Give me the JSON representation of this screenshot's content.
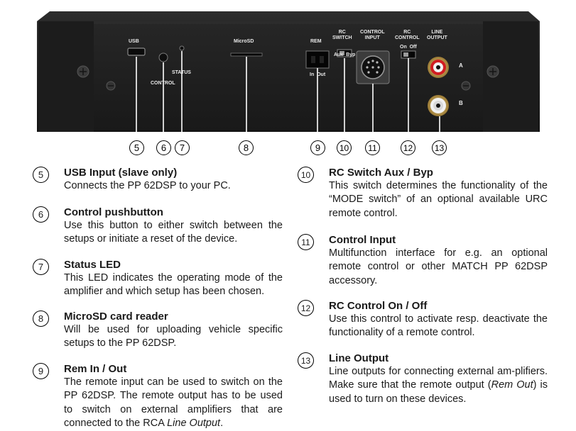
{
  "panel": {
    "usb": "USB",
    "microsd": "MicroSD",
    "rem": "REM",
    "rem_in_out": "In  Out",
    "rc_switch": [
      "RC",
      "SWITCH"
    ],
    "aux_byp": "Aux  Byp",
    "control_input": [
      "CONTROL",
      "INPUT"
    ],
    "rc_control": [
      "RC",
      "CONTROL"
    ],
    "on_off": "On  Off",
    "line_output": [
      "LINE",
      "OUTPUT"
    ],
    "channel_a": "A",
    "channel_b": "B",
    "status": "STATUS",
    "control": "CONTROL"
  },
  "callouts": [
    "5",
    "6",
    "7",
    "8",
    "9",
    "10",
    "11",
    "12",
    "13"
  ],
  "items": [
    {
      "number": "5",
      "title": "USB Input (slave only)",
      "description": "Connects the PP 62DSP to your PC."
    },
    {
      "number": "6",
      "title": "Control pushbutton",
      "description": "Use this button to either switch between the setups or initiate a reset of the device."
    },
    {
      "number": "7",
      "title": "Status LED",
      "description": "This LED indicates the operating mode of the amplifier and which setup has been chosen."
    },
    {
      "number": "8",
      "title": "MicroSD card reader",
      "description": "Will be used for uploading vehicle specific setups to the PP 62DSP."
    },
    {
      "number": "9",
      "title": "Rem In / Out",
      "description": "The remote input can be used to switch on the PP 62DSP.  The remote output has to be used to switch on external amplifiers that are connected to the RCA",
      "description_italic": "Line Output",
      "description_end": "."
    },
    {
      "number": "10",
      "title": "RC Switch Aux / Byp",
      "description": "This switch determines the functionality of the “MODE switch” of an optional available URC remote control."
    },
    {
      "number": "11",
      "title": "Control Input",
      "description": "Multifunction interface for e.g. an optional remote control or other MATCH PP 62DSP accessory."
    },
    {
      "number": "12",
      "title": "RC Control On / Off",
      "description": "Use this control to activate resp. deactivate the functionality of a remote control."
    },
    {
      "number": "13",
      "title": "Line Output",
      "description": "Line outputs for connecting external am-plifiers. Make sure that the remote output (",
      "description_italic": "Rem Out",
      "description_end": ") is used to turn on these devices."
    }
  ]
}
